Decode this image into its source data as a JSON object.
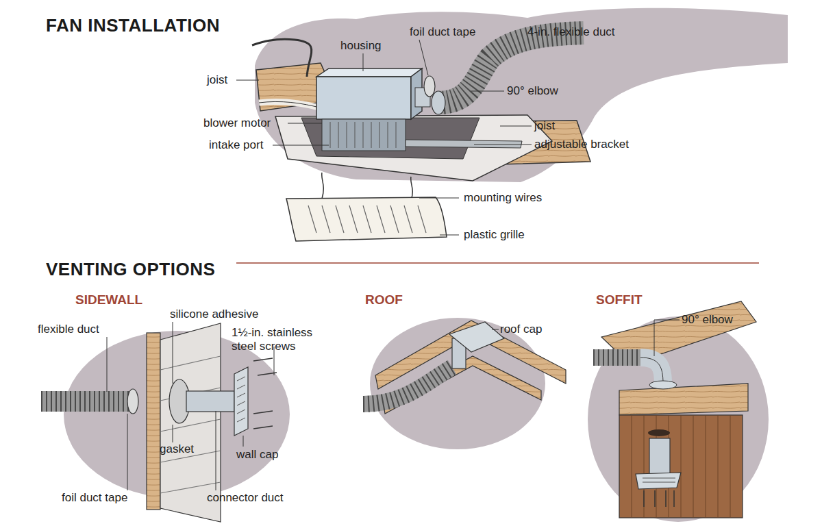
{
  "diagram": {
    "title": "FAN INSTALLATION",
    "labels": [
      "housing",
      "foil duct tape",
      "4-in. flexible duct",
      "joist",
      "90° elbow",
      "blower motor",
      "joist",
      "intake port",
      "adjustable bracket",
      "mounting wires",
      "plastic grille",
      "VENTING OPTIONS",
      "SIDEWALL",
      "ROOF",
      "SOFFIT",
      "flexible duct",
      "silicone adhesive",
      "1½-in. stainless steel screws",
      "gasket",
      "wall cap",
      "foil duct tape",
      "connector duct",
      "roof cap",
      "90° elbow"
    ]
  }
}
